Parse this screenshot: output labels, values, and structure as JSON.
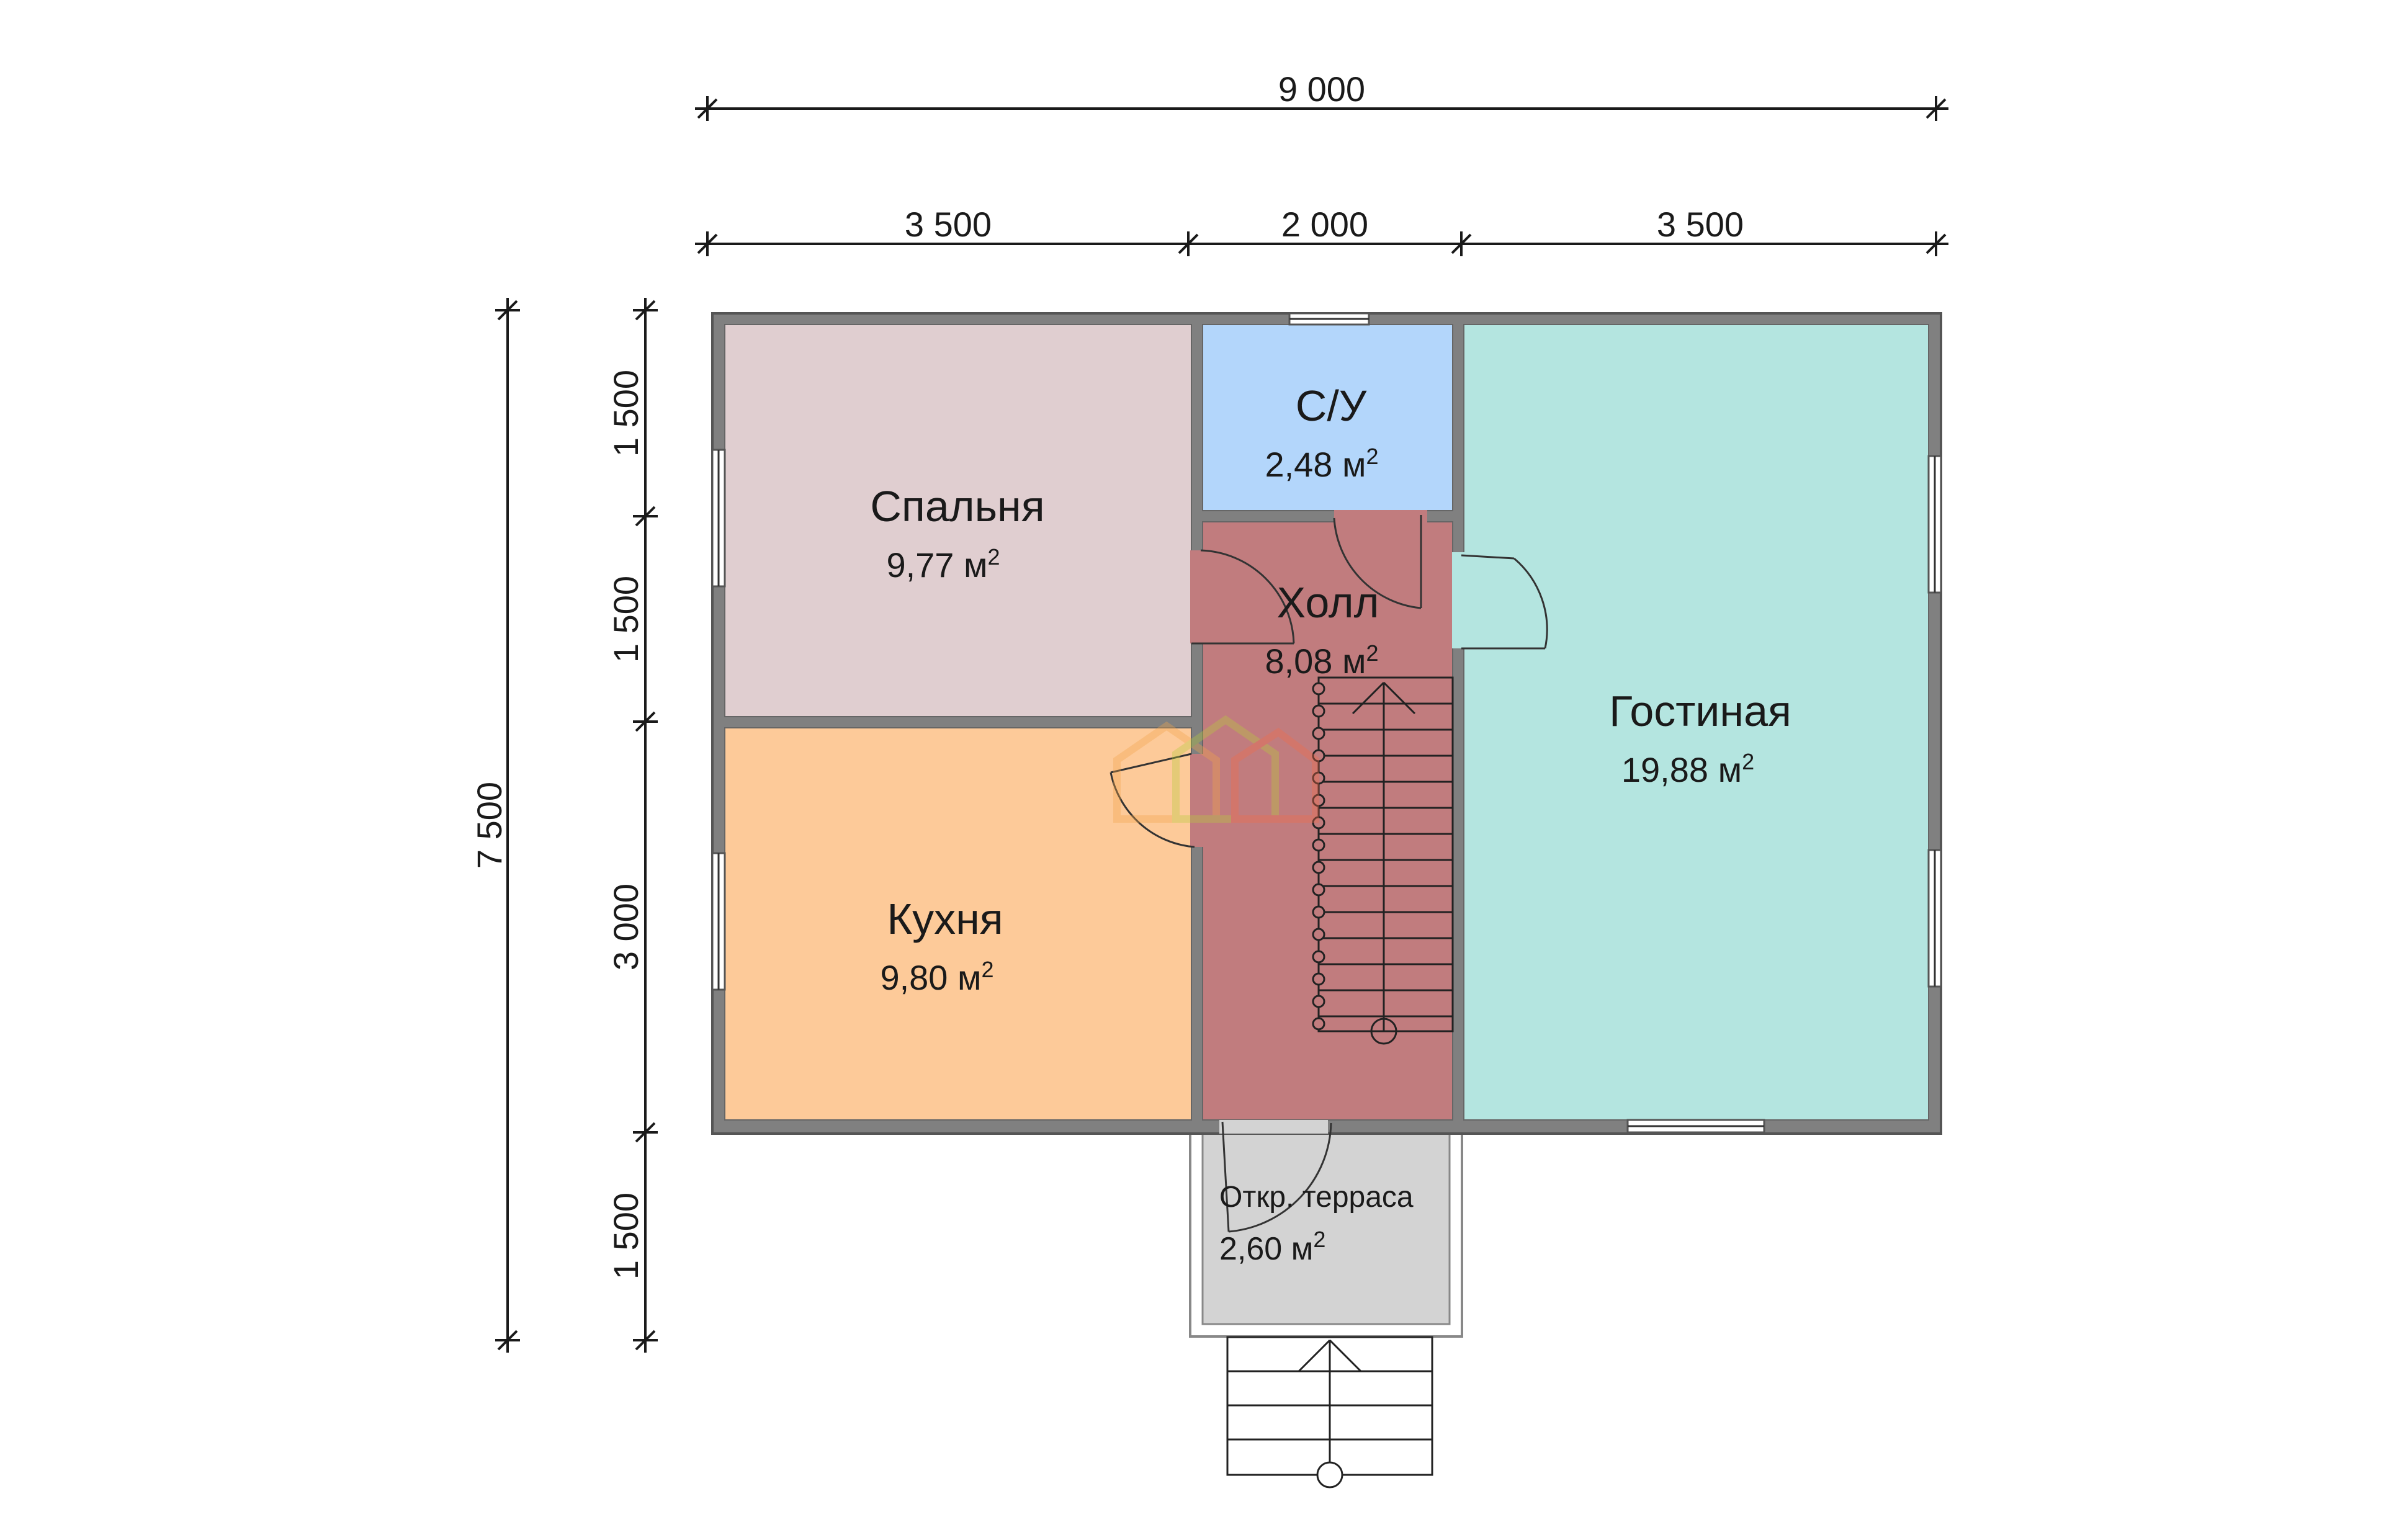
{
  "dimensions": {
    "overall_width": "9 000",
    "segments": [
      "3 500",
      "2 000",
      "3 500"
    ],
    "overall_height": "7 500",
    "vertical_segments": [
      "1 500",
      "1 500",
      "3 000",
      "1 500"
    ]
  },
  "rooms": {
    "bathroom": {
      "name": "С/У",
      "area": "2,48 м",
      "color": "#b3d6fb"
    },
    "bedroom": {
      "name": "Спальня",
      "area": "9,77 м",
      "color": "#e0ced0"
    },
    "hall": {
      "name": "Холл",
      "area": "8,08 м",
      "color": "#c17c7e"
    },
    "living": {
      "name": "Гостиная",
      "area": "19,88 м",
      "color": "#b4e5e0"
    },
    "kitchen": {
      "name": "Кухня",
      "area": "9,80 м",
      "color": "#fdca99"
    },
    "terrace": {
      "name": "Откр. терраса",
      "area": "2,60 м",
      "color": "#d3d3d3"
    }
  },
  "area_unit_superscript": "2",
  "colors": {
    "wall": "#808080",
    "dimension_line": "#1a1a1a"
  }
}
